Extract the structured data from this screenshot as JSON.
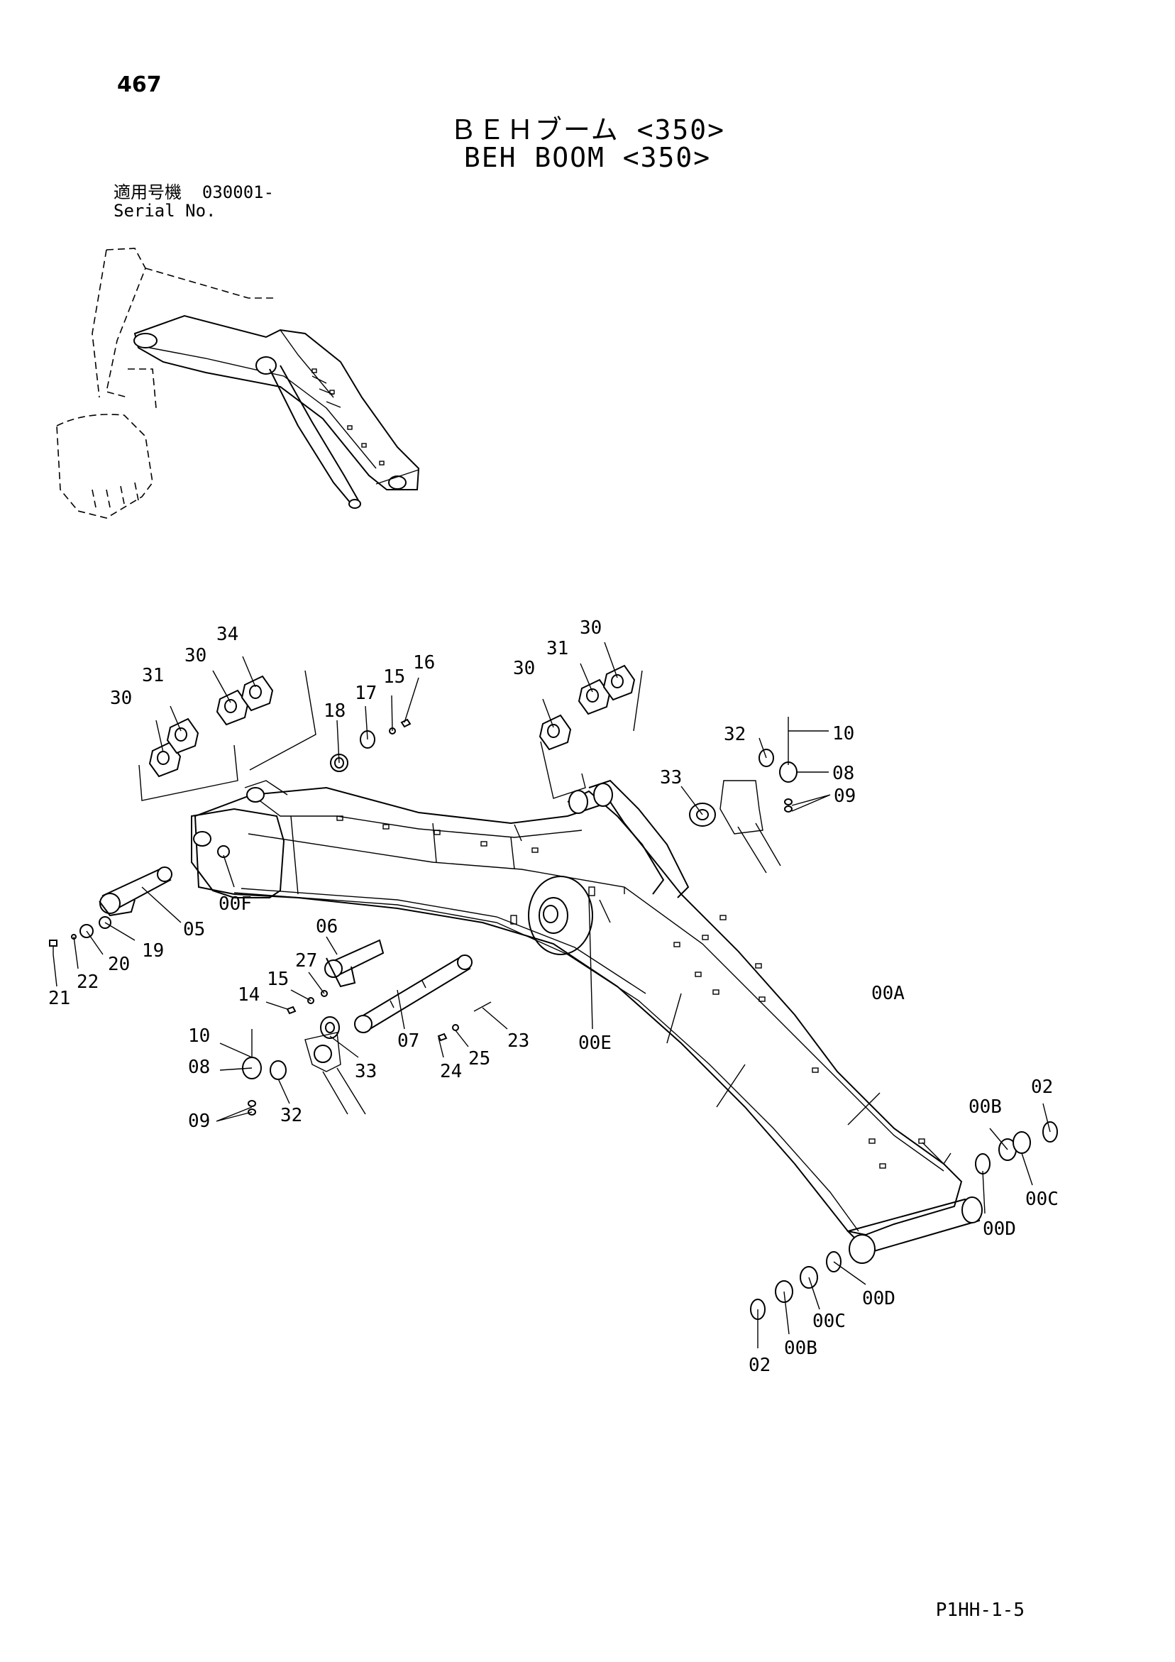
{
  "page_number": "467",
  "title_jp": "ＢＥＨブーム <350>",
  "title_en": "BEH BOOM <350>",
  "serial": {
    "label_jp": "適用号機",
    "value": "030001-",
    "label_en": "Serial No."
  },
  "doc_code": "P1HH-1-5",
  "part_labels": {
    "l30a": "30",
    "l31a": "31",
    "l34": "34",
    "l30b": "30",
    "l18": "18",
    "l17": "17",
    "l15a": "15",
    "l16": "16",
    "l30c": "30",
    "l31b": "31",
    "l30d": "30",
    "l32a": "32",
    "l10a": "10",
    "l08a": "08",
    "l33a": "33",
    "l09a": "09",
    "l00F": "00F",
    "l05": "05",
    "l19": "19",
    "l20": "20",
    "l21": "21",
    "l22": "22",
    "l06": "06",
    "l27": "27",
    "l15b": "15",
    "l14": "14",
    "l10b": "10",
    "l08b": "08",
    "l09b": "09",
    "l32b": "32",
    "l33b": "33",
    "l07": "07",
    "l24": "24",
    "l25": "25",
    "l23": "23",
    "l00E": "00E",
    "l00A": "00A",
    "l00B1": "00B",
    "l02a": "02",
    "l00C1": "00C",
    "l00D1": "00D",
    "l00D2": "00D",
    "l00C2": "00C",
    "l00B2": "00B",
    "l02b": "02"
  }
}
